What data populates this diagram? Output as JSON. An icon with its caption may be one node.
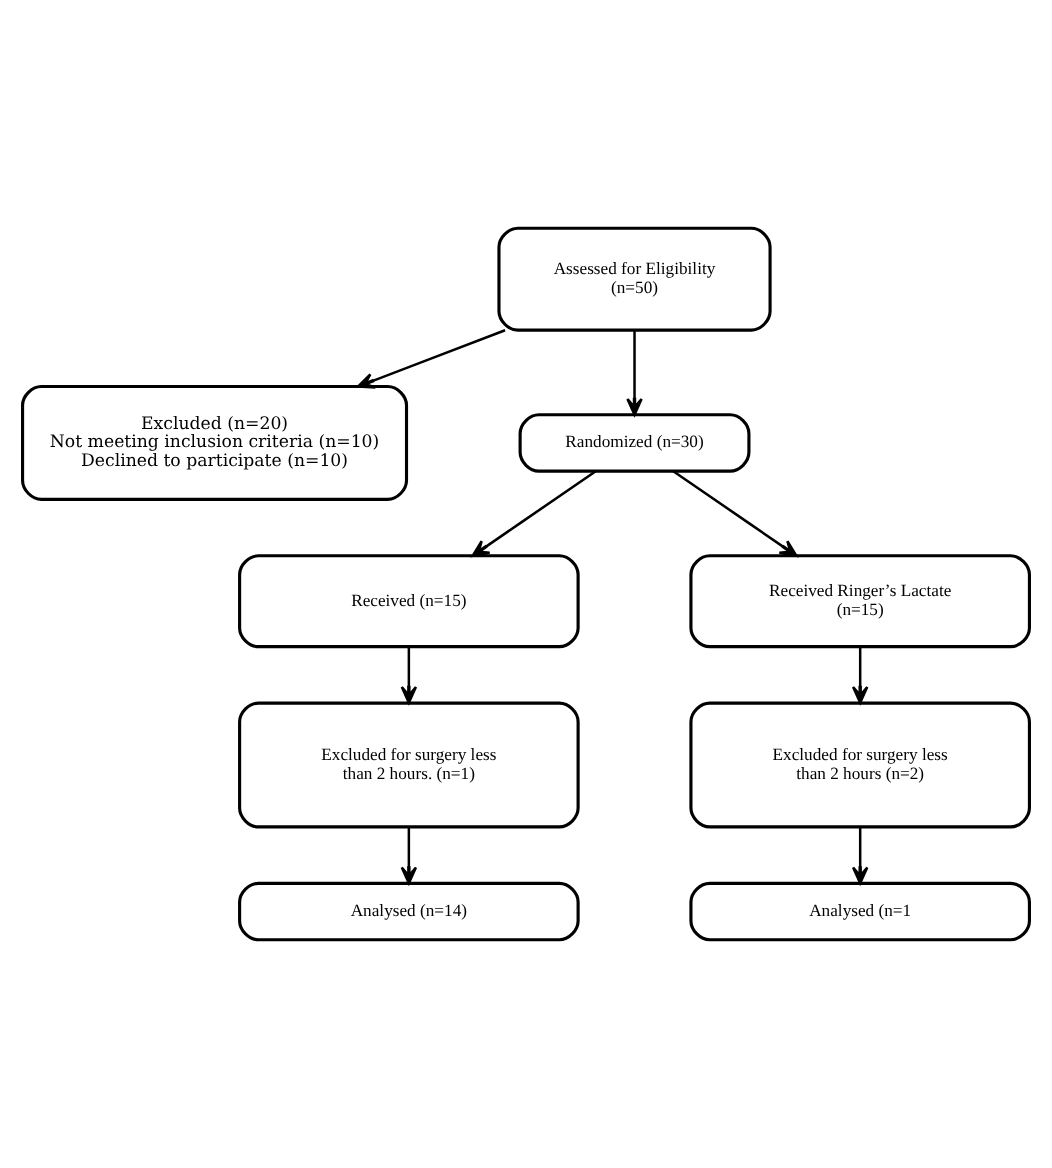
{
  "diagram": {
    "nodes": [
      {
        "text": [
          "Assessed for Eligibility (n=50)"
        ]
      },
      {
        "text": [
          "Excluded (n=20)",
          "Not meeting inclusion criteria (n=10)",
          "Declined to participate (n=10)"
        ]
      },
      {
        "text": [
          "Randomized (n=30)"
        ]
      },
      {
        "text": [
          "Received (n=15)"
        ]
      },
      {
        "text": [
          "Received Ringer’s Lactate (n=15)"
        ]
      },
      {
        "text": [
          "Excluded for surgery less than 2 hours. (n=1)"
        ]
      },
      {
        "text": [
          "Excluded for surgery less than 2 hours (n=2)"
        ]
      },
      {
        "text": [
          "Analysed (n=14)"
        ]
      },
      {
        "text": [
          "Analysed (n=1"
        ]
      }
    ],
    "edges": [
      {
        "from": 0,
        "to": 2,
        "arrow": "to"
      },
      {
        "from": 0,
        "to": 1,
        "arrow": "to"
      },
      {
        "from": 2,
        "to": 3,
        "arrow": "to"
      },
      {
        "from": 2,
        "to": 4,
        "arrow": "to"
      },
      {
        "from": 3,
        "to": 5,
        "arrow": "to"
      },
      {
        "from": 4,
        "to": 6,
        "arrow": "to"
      },
      {
        "from": 5,
        "to": 7,
        "arrow": "to"
      },
      {
        "from": 6,
        "to": 8,
        "arrow": "to"
      }
    ]
  }
}
